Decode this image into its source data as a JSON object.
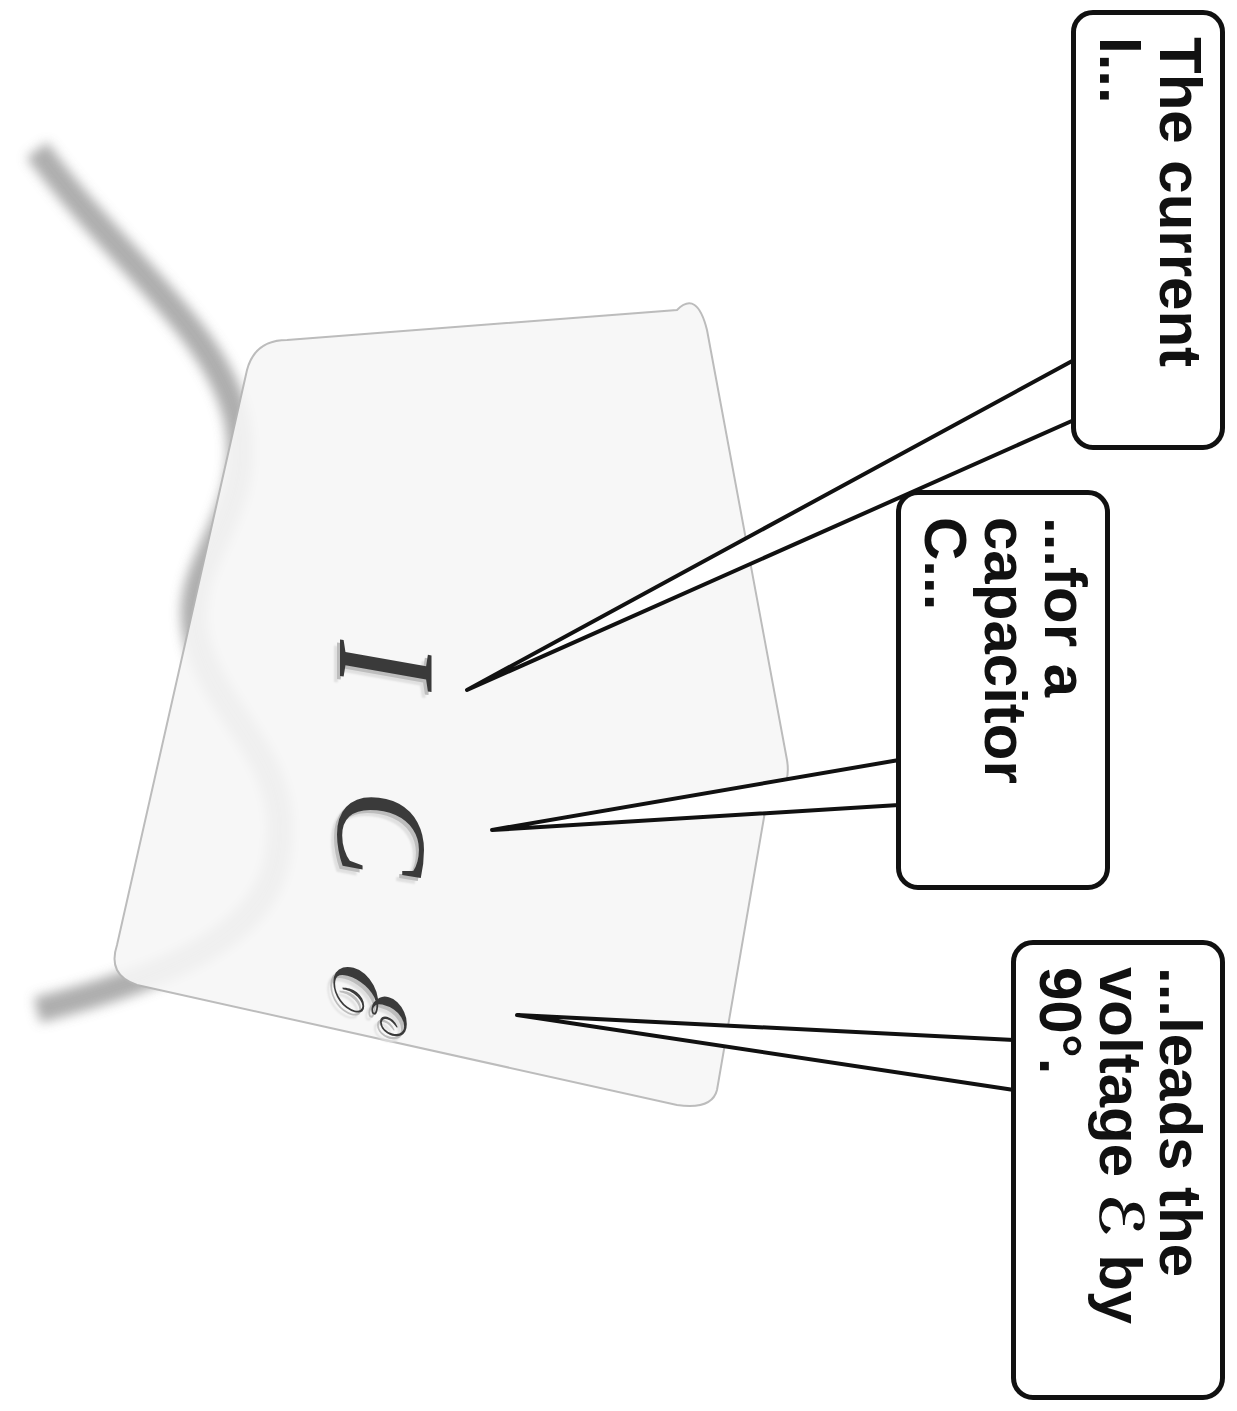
{
  "diagram": {
    "nodes": [
      {
        "text": [
          "The current I..."
        ]
      },
      {
        "text": [
          "...for a capacitor C..."
        ]
      },
      {
        "text": [
          "...leads the voltage ℰ by 90°."
        ]
      }
    ],
    "labels": [
      "I",
      "C",
      "ℰ"
    ]
  }
}
